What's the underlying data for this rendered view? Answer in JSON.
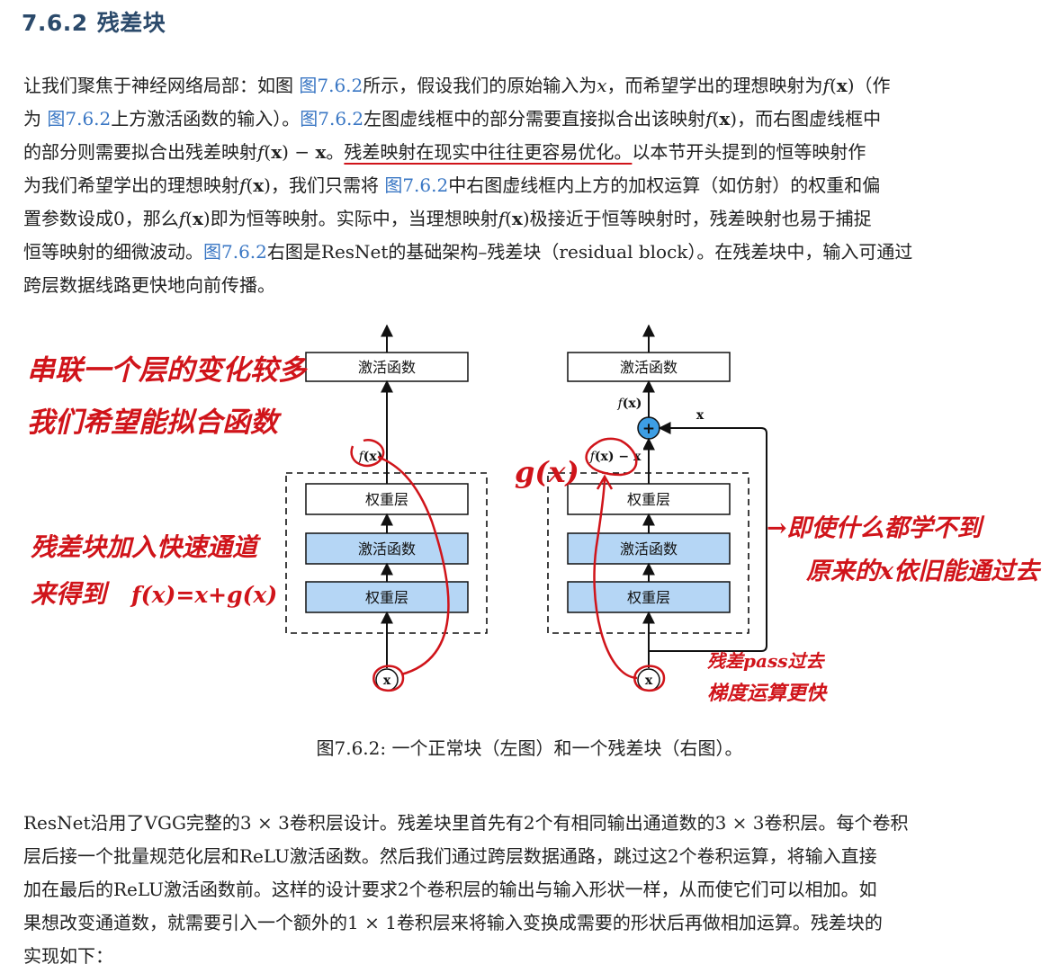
{
  "section": {
    "number": "7.6.2",
    "title": "残差块"
  },
  "paragraph1": {
    "l1a": "让我们聚焦于神经网络局部：如图 ",
    "ref1": "图7.6.2",
    "l1b": "所示，假设我们的原始输入为",
    "var_x": "x",
    "l1c": "，而希望学出的理想映射为",
    "f": "f",
    "fx_open": "(",
    "bold_x": "x",
    "fx_close": ")",
    "l1d": "（作",
    "l2a": "为 ",
    "ref2": "图7.6.2",
    "l2b": "上方激活函数的输入）。",
    "ref3": "图7.6.2",
    "l2c": "左图虚线框中的部分需要直接拟合出该映射",
    "l2d": "，而右图虚线框中",
    "l3a": "的部分则需要拟合出残差映射",
    "minus": " − ",
    "l3b": "。",
    "l3_highlight": "残差映射在现实中往往更容易优化。",
    "l3c": "以本节开头提到的恒等映射作",
    "l4a": "为我们希望学出的理想映射",
    "l4b": "，我们只需将 ",
    "ref4": "图7.6.2",
    "l4c": "中右图虚线框内上方的加权运算（如仿射）的权重和偏",
    "l5a": "置参数设成0，那么",
    "l5b": "即为恒等映射。实际中，当理想映射",
    "l5c": "极接近于恒等映射时，残差映射也易于捕捉",
    "l6a": "恒等映射的细微波动。",
    "ref5": "图7.6.2",
    "l6b": "右图是ResNet的基础架构–残差块（residual block）。在残差块中，输入可通过",
    "l7": "跨层数据线路更快地向前传播。"
  },
  "figure": {
    "box_activation": "激活函数",
    "box_weight": "权重层",
    "left_top_label_f": "f",
    "left_top_label_rest": "(x)",
    "right_top_label_f": "f",
    "right_top_label_rest": "(x)",
    "right_mid_label_f": "f",
    "right_mid_label_rest": "(x) − x",
    "input_x": "x",
    "skip_label_x": "x",
    "plus": "+",
    "colors": {
      "box_blue": "#b5d6f5",
      "plus_blue": "#3d9ee4",
      "annotation_red": "#d0141a"
    },
    "annotations": {
      "left_1": "串联一个层的变化较多",
      "left_2": "我们希望能拟合函数",
      "left_3": "残差块加入快速通道",
      "left_4": "来得到",
      "left_formula": "f(x)=x+g(x)",
      "mid_gx": "g(x)",
      "right_1": "→即使什么都学不到",
      "right_2": "原来的x依旧能通过去",
      "bottom_1": "残差pass过去",
      "bottom_2": "梯度运算更快"
    }
  },
  "caption": "图7.6.2: 一个正常块（左图）和一个残差块（右图）。",
  "paragraph2": {
    "l1": "ResNet沿用了VGG完整的3 × 3卷积层设计。残差块里首先有2个有相同输出通道数的3 × 3卷积层。每个卷积",
    "l2": "层后接一个批量规范化层和ReLU激活函数。然后我们通过跨层数据通路，跳过这2个卷积运算，将输入直接",
    "l3": "加在最后的ReLU激活函数前。这样的设计要求2个卷积层的输出与输入形状一样，从而使它们可以相加。如",
    "l4": "果想改变通道数，就需要引入一个额外的1 × 1卷积层来将输入变换成需要的形状后再做相加运算。残差块的",
    "l5": "实现如下："
  }
}
